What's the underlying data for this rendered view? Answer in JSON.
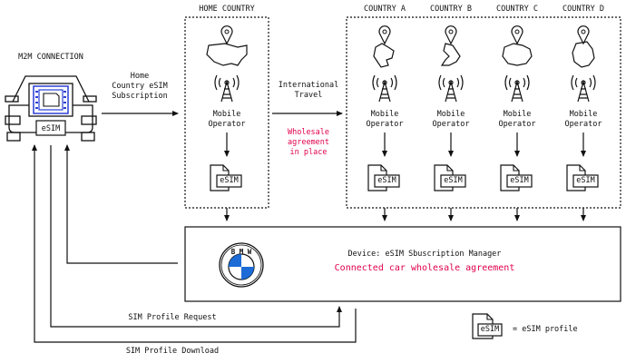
{
  "m2m_label": "M2M CONNECTION",
  "car_esim": "eSIM",
  "subscription_label": "Home\nCountry eSIM\nSubscription",
  "home": {
    "title": "HOME COUNTRY",
    "operator_label": "Mobile\nOperator",
    "esim": "eSIM"
  },
  "travel_label": "International\nTravel",
  "wholesale_label": "Wholesale\nagreement\nin place",
  "countries": [
    {
      "title": "COUNTRY A",
      "operator_label": "Mobile\nOperator",
      "esim": "eSIM"
    },
    {
      "title": "COUNTRY B",
      "operator_label": "Mobile\nOperator",
      "esim": "eSIM"
    },
    {
      "title": "COUNTRY C",
      "operator_label": "Mobile\nOperator",
      "esim": "eSIM"
    },
    {
      "title": "COUNTRY D",
      "operator_label": "Mobile\nOperator",
      "esim": "eSIM"
    }
  ],
  "manager": {
    "logo_text": "B M W",
    "title": "Device: eSIM Sbuscription Manager",
    "subtitle": "Connected car wholesale agreement"
  },
  "request_label": "SIM Profile Request",
  "download_label": "SIM Profile Download",
  "legend": {
    "esim": "eSIM",
    "text": "= eSIM profile"
  },
  "colors": {
    "accent_red": "#e0004d",
    "chip_blue": "#2a3fd6",
    "bmw_blue": "#1c6bd6",
    "line": "#111111"
  }
}
